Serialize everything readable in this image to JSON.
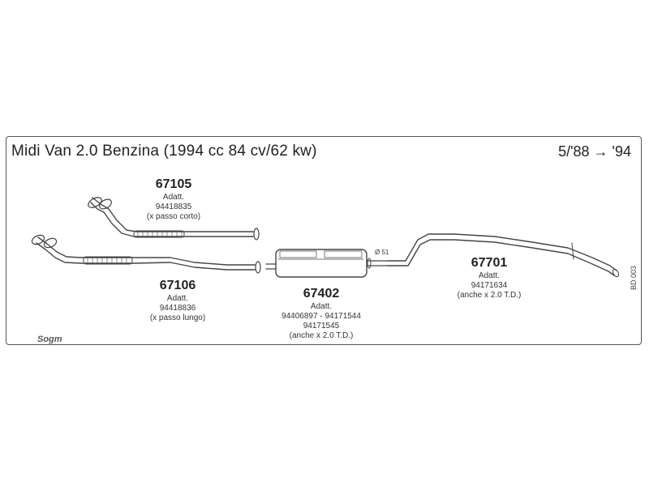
{
  "title": "Midi Van 2.0 Benzina (1994 cc 84 cv/62 kw)",
  "period": "5/'88 → '94",
  "drawing_code": "BD 003",
  "logo_text": "Sogm",
  "diameter_label": "Ø 51",
  "parts": [
    {
      "number": "67105",
      "lines": [
        "Adatt.",
        "94418835",
        "(x passo corto)"
      ]
    },
    {
      "number": "67106",
      "lines": [
        "Adatt.",
        "94418836",
        "(x passo lungo)"
      ]
    },
    {
      "number": "67402",
      "lines": [
        "Adatt.",
        "94406897 - 94171544",
        "94171545",
        "(anche x 2.0 T.D.)"
      ]
    },
    {
      "number": "67701",
      "lines": [
        "Adatt.",
        "94171634",
        "(anche x 2.0 T.D.)"
      ]
    }
  ]
}
